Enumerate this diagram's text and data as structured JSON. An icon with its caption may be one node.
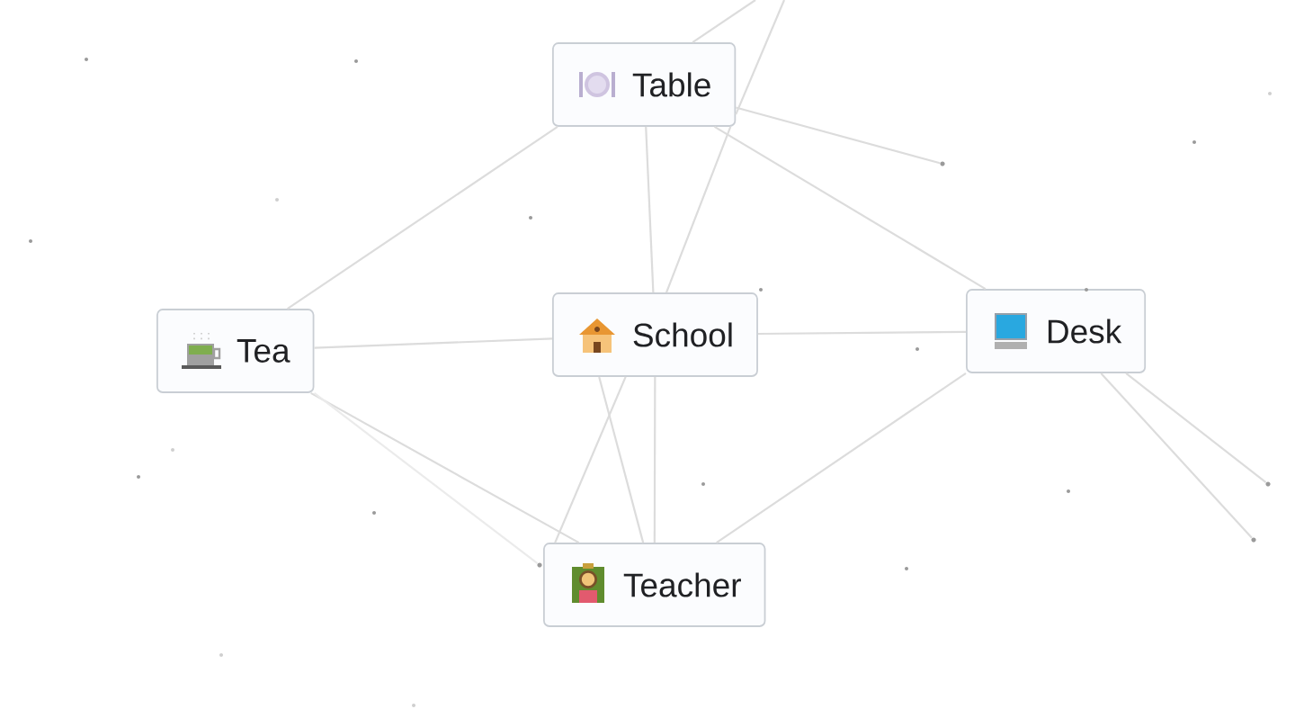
{
  "diagram": {
    "nodes": [
      {
        "text": [
          "Table"
        ]
      },
      {
        "text": [
          "Tea"
        ]
      },
      {
        "text": [
          "School"
        ]
      },
      {
        "text": [
          "Desk"
        ]
      },
      {
        "text": [
          "Teacher"
        ]
      },
      {
        "text": [],
        "shape": "circle"
      },
      {
        "text": [],
        "shape": "circle"
      },
      {
        "text": [],
        "shape": "circle"
      },
      {
        "text": [],
        "shape": "circle"
      }
    ],
    "edges": [
      {
        "from": 0,
        "to": 1,
        "arrow": "none"
      },
      {
        "from": 0,
        "to": 2,
        "arrow": "none"
      },
      {
        "from": 0,
        "to": 3,
        "arrow": "none"
      },
      {
        "from": 1,
        "to": 2,
        "arrow": "none"
      },
      {
        "from": 2,
        "to": 3,
        "arrow": "none"
      },
      {
        "from": 1,
        "to": 4,
        "arrow": "none"
      },
      {
        "from": 1,
        "to": 8,
        "arrow": "none",
        "color": "#ebebeb"
      },
      {
        "from": 2,
        "to": 4,
        "arrow": "none"
      },
      {
        "from": 2,
        "to": 4,
        "arrow": "none"
      },
      {
        "from": 2,
        "to": 4,
        "arrow": "none"
      },
      {
        "from": 3,
        "to": 4,
        "arrow": "none"
      },
      {
        "from": null,
        "to": 0,
        "arrow": "none"
      },
      {
        "from": null,
        "to": 0,
        "arrow": "none"
      },
      {
        "from": 0,
        "to": 2,
        "arrow": "none"
      },
      {
        "from": 0,
        "to": 5,
        "arrow": "none"
      },
      {
        "from": 3,
        "to": 6,
        "arrow": "none"
      },
      {
        "from": 3,
        "to": 7,
        "arrow": "none"
      }
    ]
  }
}
